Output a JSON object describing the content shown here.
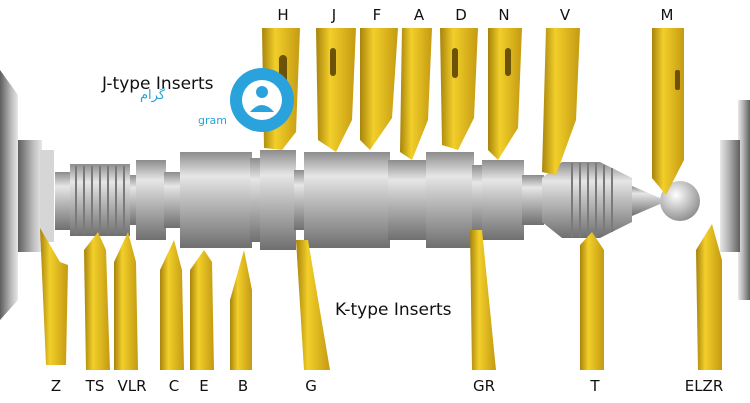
{
  "top_labels": [
    "H",
    "J",
    "F",
    "A",
    "D",
    "N",
    "V",
    "M"
  ],
  "bottom_labels": [
    "Z",
    "TS",
    "VLR",
    "C",
    "E",
    "B",
    "G",
    "GR",
    "T",
    "ELZR"
  ],
  "titles": {
    "j_type": "J-type Inserts",
    "k_type": "K-type Inserts"
  },
  "watermark": {
    "text": "gram",
    "arabic": "گرام",
    "icon": "gear-person-logo-icon",
    "color": "#2aa3dc"
  },
  "colors": {
    "insert": "#d9b21c",
    "insert_dark": "#a8830c",
    "shaft": "#b5b5b5"
  }
}
